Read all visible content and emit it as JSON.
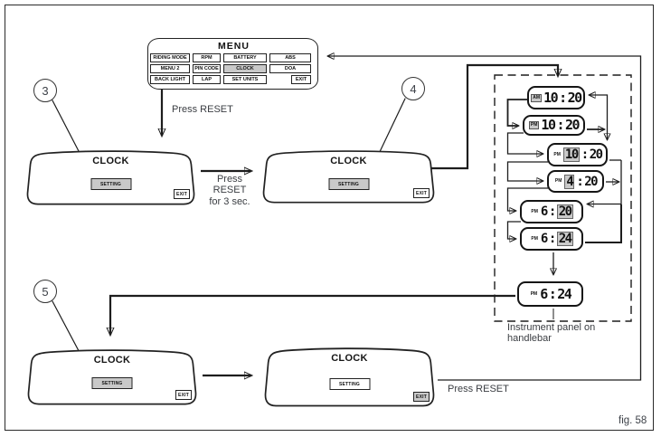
{
  "figure_label": "fig. 58",
  "menu": {
    "title": "MENU",
    "items": [
      {
        "label": "RIDING MODE",
        "selected": false
      },
      {
        "label": "RPM",
        "selected": false
      },
      {
        "label": "BATTERY",
        "selected": false
      },
      {
        "label": "ABS",
        "selected": false
      },
      {
        "label": "MENU 2",
        "selected": false
      },
      {
        "label": "PIN CODE",
        "selected": false
      },
      {
        "label": "CLOCK",
        "selected": true
      },
      {
        "label": "DOA",
        "selected": false
      },
      {
        "label": "BACK LIGHT",
        "selected": false
      },
      {
        "label": "LAP",
        "selected": false
      },
      {
        "label": "SET UNITS",
        "selected": false
      },
      {
        "label": "EXIT",
        "selected": false
      }
    ]
  },
  "callouts": {
    "step3": "3",
    "step4": "4",
    "step5": "5"
  },
  "annotations": {
    "press_reset_menu": "Press RESET",
    "press_reset_hold_line1": "Press",
    "press_reset_hold_line2": "RESET",
    "press_reset_hold_line3": "for 3 sec.",
    "press_reset_exit": "Press RESET",
    "instrument_panel_line1": "Instrument panel on",
    "instrument_panel_line2": "handlebar"
  },
  "panels": [
    {
      "title": "CLOCK",
      "buttons": {
        "setting": {
          "label": "SETTING",
          "selected": true
        },
        "exit": {
          "label": "EXIT",
          "selected": false
        }
      }
    },
    {
      "title": "CLOCK",
      "buttons": {
        "setting": {
          "label": "SETTING",
          "selected": true
        },
        "exit": {
          "label": "EXIT",
          "selected": false
        }
      }
    },
    {
      "title": "CLOCK",
      "buttons": {
        "setting": {
          "label": "SETTING",
          "selected": true
        },
        "exit": {
          "label": "EXIT",
          "selected": false
        }
      }
    },
    {
      "title": "CLOCK",
      "buttons": {
        "setting": {
          "label": "SETTING",
          "selected": false
        },
        "exit": {
          "label": "EXIT",
          "selected": true
        }
      }
    }
  ],
  "lcd_clocks": [
    {
      "meridiem": "AM",
      "hour": "10",
      "separator": ":",
      "minute": "20",
      "highlighted_part": "meridiem"
    },
    {
      "meridiem": "PM",
      "hour": "10",
      "separator": ":",
      "minute": "20",
      "highlighted_part": "meridiem"
    },
    {
      "meridiem": "PM",
      "hour": "10",
      "separator": ":",
      "minute": "20",
      "highlighted_part": "hour"
    },
    {
      "meridiem": "PM",
      "hour": "4",
      "separator": ":",
      "minute": "20",
      "highlighted_part": "hour"
    },
    {
      "meridiem": "PM",
      "hour": "6",
      "separator": ":",
      "minute": "20",
      "highlighted_part": "minute"
    },
    {
      "meridiem": "PM",
      "hour": "6",
      "separator": ":",
      "minute": "24",
      "highlighted_part": "minute"
    },
    {
      "meridiem": "PM",
      "hour": "6",
      "separator": ":",
      "minute": "24",
      "highlighted_part": "none"
    }
  ],
  "colors": {
    "highlight_fill": "#c9c9c9",
    "line": "#1d1d1d",
    "background": "#ffffff"
  }
}
